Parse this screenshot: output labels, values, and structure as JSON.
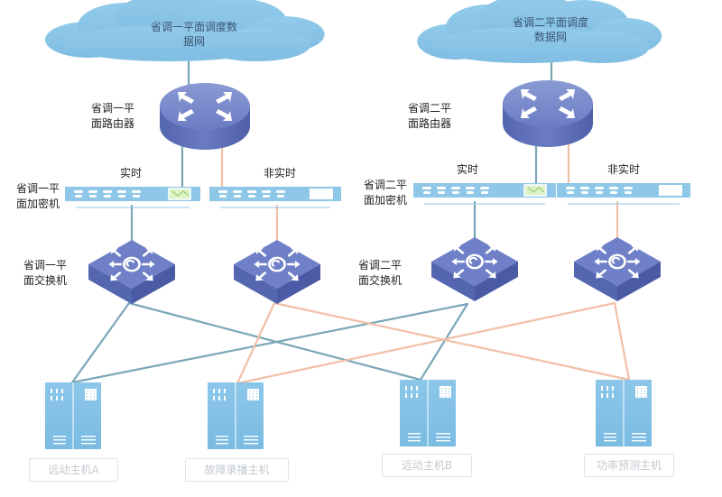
{
  "diagram": {
    "clouds": [
      {
        "id": "cloud1",
        "line1": "省调一平面调度数",
        "line2": "据网"
      },
      {
        "id": "cloud2",
        "line1": "省调二平面调度",
        "line2": "数据网"
      }
    ],
    "routers": [
      {
        "id": "router1",
        "line1": "省调一平",
        "line2": "面路由器"
      },
      {
        "id": "router2",
        "line1": "省调二平",
        "line2": "面路由器"
      }
    ],
    "encryptors": [
      {
        "id": "enc1",
        "line1": "省调一平",
        "line2": "面加密机",
        "realtime_label": "实时",
        "nonrealtime_label": "非实时"
      },
      {
        "id": "enc2",
        "line1": "省调二平",
        "line2": "面加密机",
        "realtime_label": "实时",
        "nonrealtime_label": "非实时"
      }
    ],
    "switches": [
      {
        "id": "switch1",
        "line1": "省调一平",
        "line2": "面交换机"
      },
      {
        "id": "switch2",
        "line1": "省调二平",
        "line2": "面交换机"
      }
    ],
    "hosts": [
      {
        "id": "hostA",
        "label": "远动主机A"
      },
      {
        "id": "hostFault",
        "label": "故障录播主机"
      },
      {
        "id": "hostB",
        "label": "远动主机B"
      },
      {
        "id": "hostPower",
        "label": "功率预测主机"
      }
    ],
    "link_types": [
      {
        "name": "realtime",
        "color": "#7aa7b8"
      },
      {
        "name": "non-realtime",
        "color": "#f1bfa8"
      }
    ],
    "connections": [
      {
        "from": "cloud1",
        "to": "router1",
        "type": "realtime"
      },
      {
        "from": "cloud2",
        "to": "router2",
        "type": "realtime"
      },
      {
        "from": "router1",
        "to": "enc1-realtime",
        "type": "realtime"
      },
      {
        "from": "router1",
        "to": "enc1-nonrealtime",
        "type": "non-realtime"
      },
      {
        "from": "router2",
        "to": "enc2-realtime",
        "type": "realtime"
      },
      {
        "from": "router2",
        "to": "enc2-nonrealtime",
        "type": "non-realtime"
      },
      {
        "from": "enc1-realtime",
        "to": "switch1-realtime",
        "type": "realtime"
      },
      {
        "from": "enc1-nonrealtime",
        "to": "switch1-nonrealtime",
        "type": "non-realtime"
      },
      {
        "from": "enc2-realtime",
        "to": "switch2-realtime",
        "type": "realtime"
      },
      {
        "from": "enc2-nonrealtime",
        "to": "switch2-nonrealtime",
        "type": "non-realtime"
      },
      {
        "from": "switch1-realtime",
        "to": "hostA",
        "type": "realtime"
      },
      {
        "from": "switch1-realtime",
        "to": "hostB",
        "type": "realtime"
      },
      {
        "from": "switch2-realtime",
        "to": "hostA",
        "type": "realtime"
      },
      {
        "from": "switch2-realtime",
        "to": "hostB",
        "type": "realtime"
      },
      {
        "from": "switch1-nonrealtime",
        "to": "hostFault",
        "type": "non-realtime"
      },
      {
        "from": "switch1-nonrealtime",
        "to": "hostPower",
        "type": "non-realtime"
      },
      {
        "from": "switch2-nonrealtime",
        "to": "hostFault",
        "type": "non-realtime"
      },
      {
        "from": "switch2-nonrealtime",
        "to": "hostPower",
        "type": "non-realtime"
      }
    ]
  }
}
